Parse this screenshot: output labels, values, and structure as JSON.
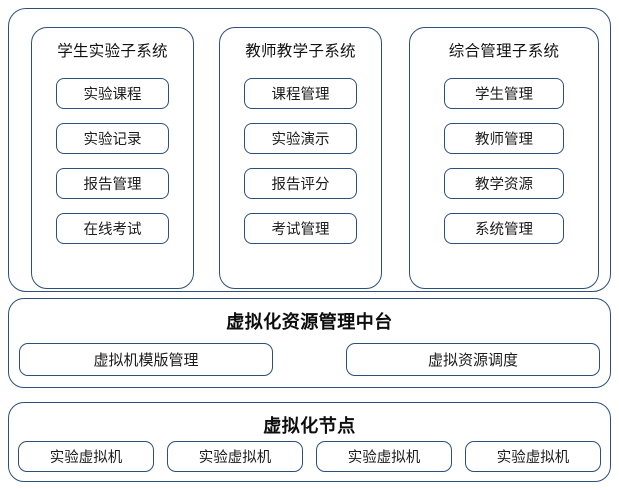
{
  "diagram": {
    "title_style_note": "",
    "colors": {
      "border": "#2d4f7c",
      "text": "#1b1b1b",
      "background": "#ffffff"
    },
    "top_section": {
      "columns": [
        {
          "title": "学生实验子系统",
          "items": [
            "实验课程",
            "实验记录",
            "报告管理",
            "在线考试"
          ]
        },
        {
          "title": "教师教学子系统",
          "items": [
            "课程管理",
            "实验演示",
            "报告评分",
            "考试管理"
          ]
        },
        {
          "title": "综合管理子系统",
          "items": [
            "学生管理",
            "教师管理",
            "教学资源",
            "系统管理"
          ]
        }
      ]
    },
    "platform_section": {
      "title": "虚拟化资源管理中台",
      "items": [
        "虚拟机模版管理",
        "虚拟资源调度"
      ]
    },
    "nodes_section": {
      "title": "虚拟化节点",
      "items": [
        "实验虚拟机",
        "实验虚拟机",
        "实验虚拟机",
        "实验虚拟机"
      ]
    }
  }
}
